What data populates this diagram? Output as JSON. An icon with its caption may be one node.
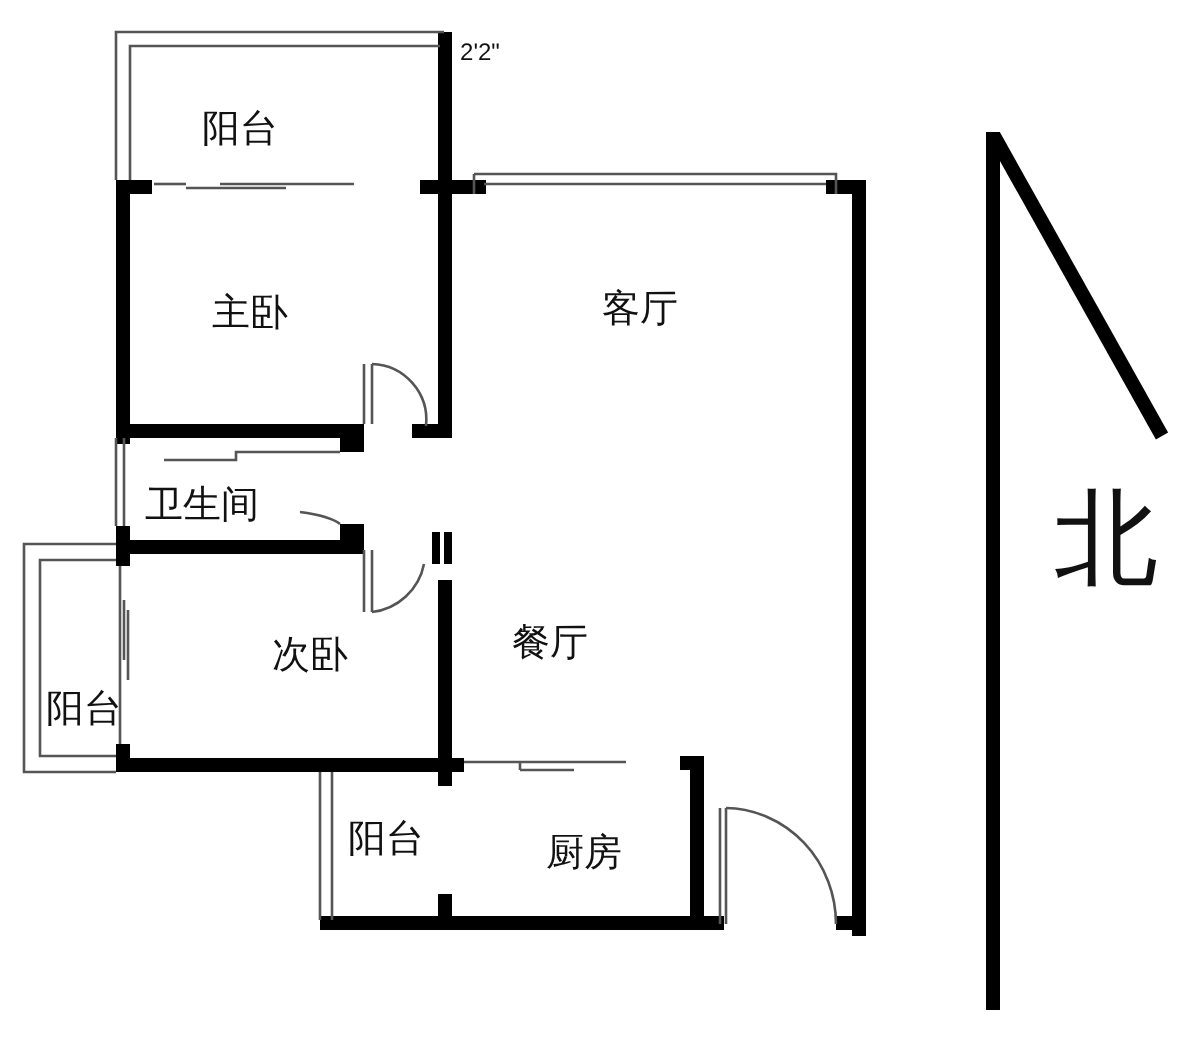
{
  "diagram": {
    "labels": [
      "2'2\"",
      "阳台",
      "主卧",
      "客厅",
      "北",
      "卫生间",
      "次卧",
      "餐厅",
      "阳台",
      "阳台",
      "厨房"
    ]
  }
}
